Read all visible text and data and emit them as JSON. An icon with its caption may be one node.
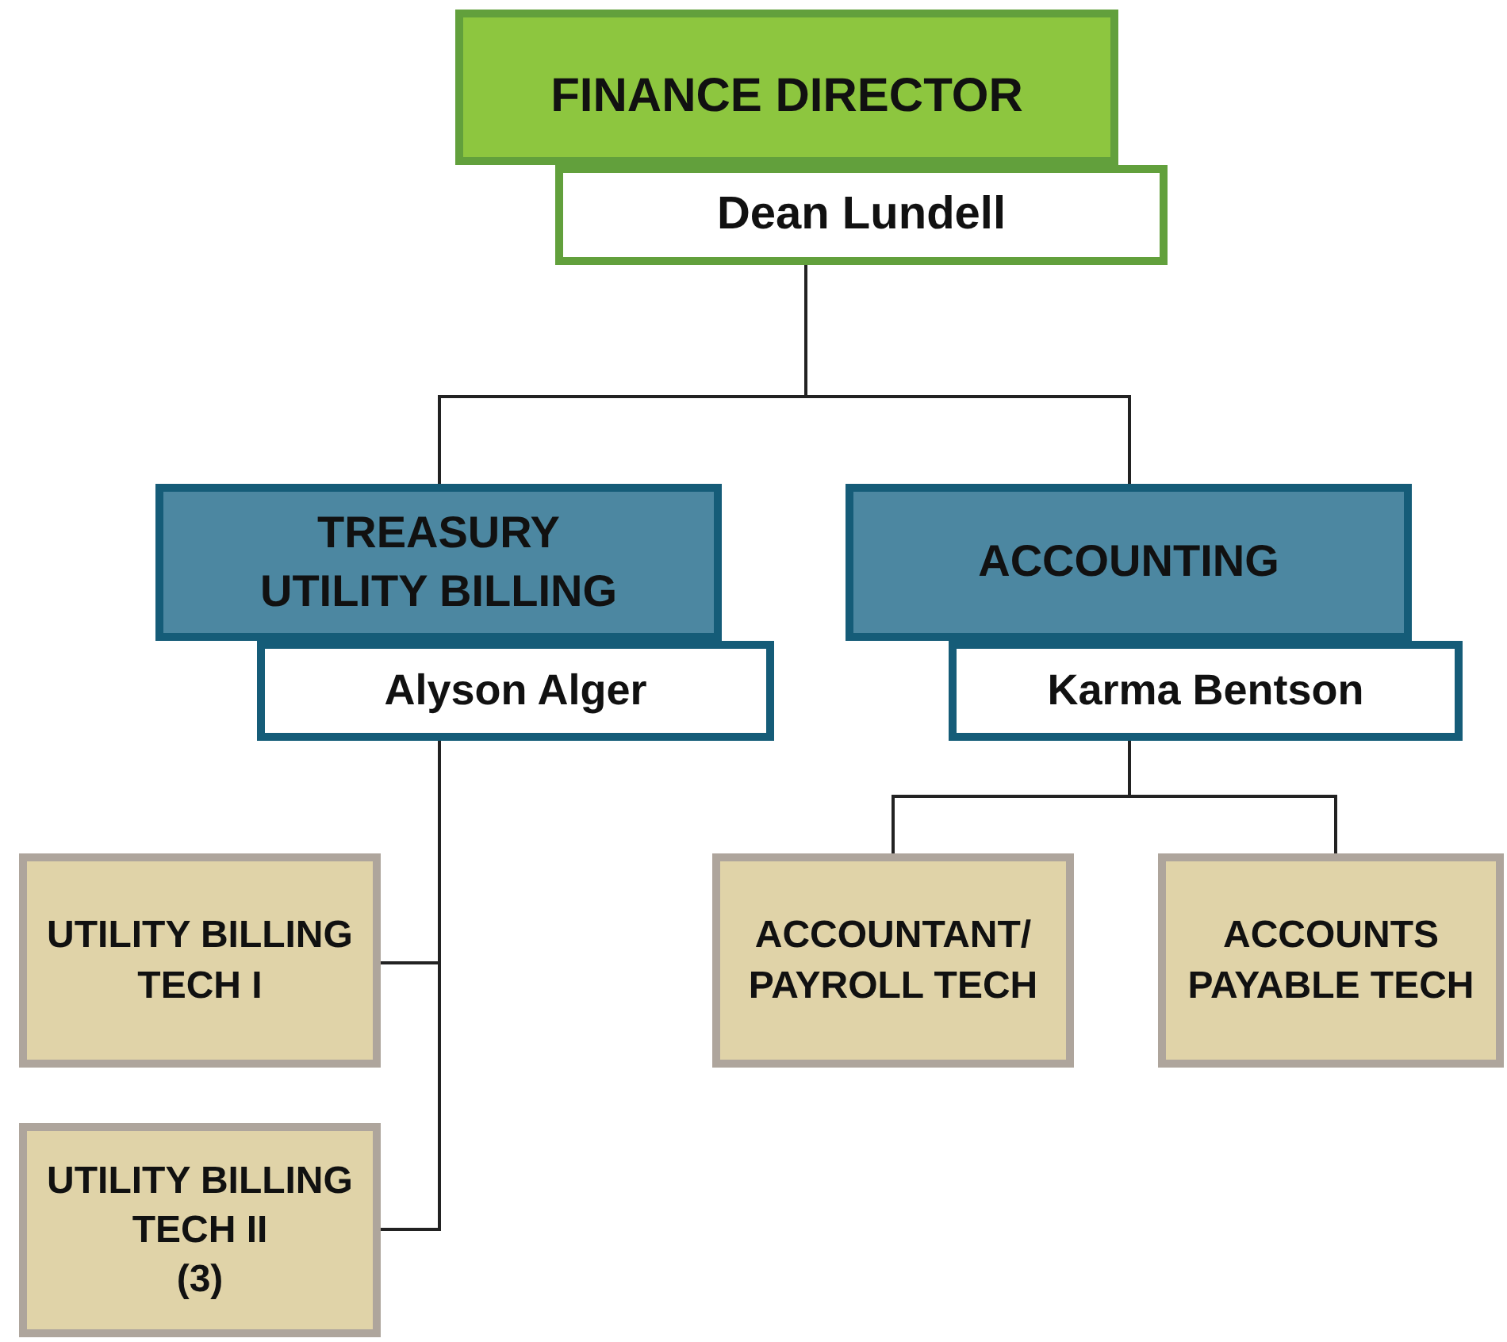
{
  "diagram": {
    "nodes": [
      {
        "text": [
          "FINANCE DIRECTOR"
        ]
      },
      {
        "text": [
          "Dean Lundell"
        ]
      },
      {
        "text": [
          "TREASURY UTILITY BILLING"
        ]
      },
      {
        "text": [
          "Alyson Alger"
        ]
      },
      {
        "text": [
          "ACCOUNTING"
        ]
      },
      {
        "text": [
          "Karma Bentson"
        ]
      },
      {
        "text": [
          "UTILITY BILLING TECH I"
        ]
      },
      {
        "text": [
          "UTILITY BILLING TECH II",
          "(3)"
        ]
      },
      {
        "text": [
          "ACCOUNTANT/ PAYROLL TECH"
        ]
      },
      {
        "text": [
          "ACCOUNTS PAYABLE TECH"
        ]
      }
    ],
    "edges": [
      {
        "from": 1,
        "to": 2,
        "arrow": "none"
      },
      {
        "from": 1,
        "to": 4,
        "arrow": "none"
      },
      {
        "from": 3,
        "to": 6,
        "arrow": "none"
      },
      {
        "from": 3,
        "to": 7,
        "arrow": "none"
      },
      {
        "from": 5,
        "to": 8,
        "arrow": "none"
      },
      {
        "from": 5,
        "to": 9,
        "arrow": "none"
      }
    ]
  }
}
